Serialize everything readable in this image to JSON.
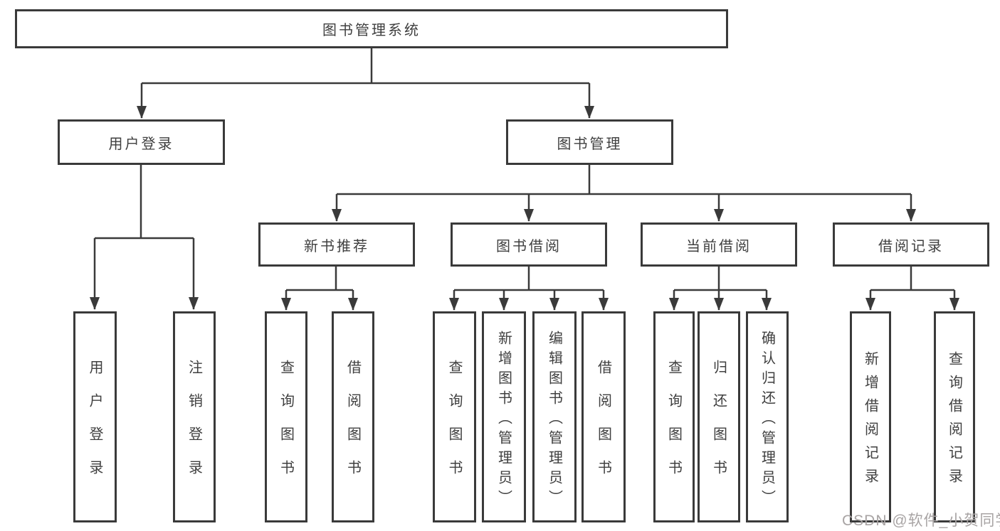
{
  "diagram": {
    "root": {
      "label": "图书管理系统"
    },
    "level2": [
      {
        "label": "用户登录",
        "children": [
          {
            "label": "用户登录"
          },
          {
            "label": "注销登录"
          }
        ]
      },
      {
        "label": "图书管理",
        "children": [
          {
            "label": "新书推荐",
            "children": [
              {
                "label": "查询图书"
              },
              {
                "label": "借阅图书"
              }
            ]
          },
          {
            "label": "图书借阅",
            "children": [
              {
                "label": "查询图书"
              },
              {
                "label": "新增图书（管理员）"
              },
              {
                "label": "编辑图书（管理员）"
              },
              {
                "label": "借阅图书"
              }
            ]
          },
          {
            "label": "当前借阅",
            "children": [
              {
                "label": "查询图书"
              },
              {
                "label": "归还图书"
              },
              {
                "label": "确认归还（管理员）"
              }
            ]
          },
          {
            "label": "借阅记录",
            "children": [
              {
                "label": "新增借阅记录"
              },
              {
                "label": "查询借阅记录"
              }
            ]
          }
        ]
      }
    ]
  },
  "watermark": {
    "text": "CSDN @软件_小贺同学"
  },
  "colors": {
    "line": "#3a3a3a",
    "box_border": "#3a3a3a",
    "text": "#3f3f3f",
    "watermark": "#a8a4a4",
    "background": "#ffffff"
  }
}
